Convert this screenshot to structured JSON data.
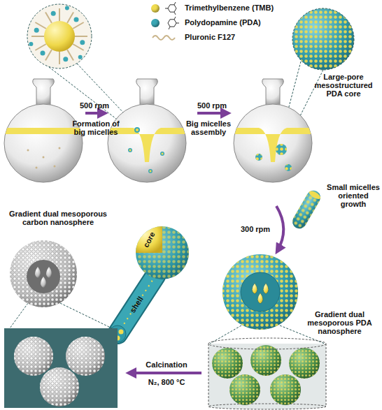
{
  "diagram": {
    "labels": [
      "500 rpm",
      "500 rpm",
      "Formation of big micelles",
      "Big micelles assembly",
      "Large-pore mesostructured PDA core",
      "Small micelles oriented growth",
      "300 rpm",
      "Gradient dual mesoporous carbon nanosphere",
      "core",
      "shell",
      "Gradient dual mesoporous PDA nanosphere",
      "Calcination",
      "N₂, 800 °C"
    ],
    "legend": [
      {
        "text": "Trimethylbenzene (TMB)",
        "color": "#f0dc50"
      },
      {
        "text": "Polydopamine (PDA)",
        "color": "#3aa7b5"
      },
      {
        "text": "Pluronic F127"
      }
    ]
  }
}
